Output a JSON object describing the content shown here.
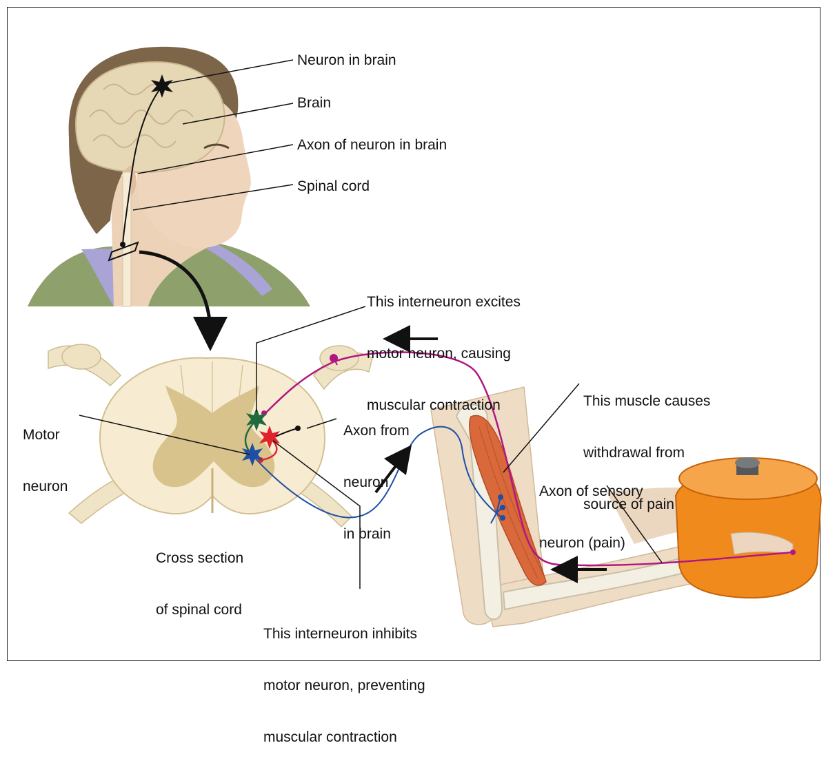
{
  "labels": {
    "neuron_in_brain": "Neuron in brain",
    "brain": "Brain",
    "axon_of_neuron_in_brain": "Axon of neuron in brain",
    "spinal_cord": "Spinal cord",
    "excitatory_interneuron": [
      "This interneuron excites",
      "motor neuron, causing",
      "muscular contraction"
    ],
    "muscle": [
      "This muscle causes",
      "withdrawal from",
      "source of pain"
    ],
    "motor_neuron": [
      "Motor",
      "neuron"
    ],
    "axon_from_brain": [
      "Axon from",
      "neuron",
      "in brain"
    ],
    "sensory_axon": [
      "Axon of sensory",
      "neuron (pain)"
    ],
    "cross_section": [
      "Cross section",
      "of spinal cord"
    ],
    "inhibitory_interneuron": [
      "This interneuron inhibits",
      "motor neuron, preventing",
      "muscular contraction"
    ]
  },
  "colors": {
    "sensory_neuron": "#b0177f",
    "excitatory_interneuron": "#1f6b3e",
    "inhibitory_interneuron": "#e0232b",
    "motor_neuron": "#1d4fa5",
    "brain_neuron": "#111111",
    "muscle": "#d9683a",
    "pot": "#f08a1c",
    "spinal_cord_tissue": "#f7ecd1",
    "grey_matter": "#d8c38d",
    "skin": "#f1dcc6",
    "shirt": "#8ea06c",
    "collar": "#a9a3d6",
    "hair": "#7d6549",
    "brain_tissue": "#e7d8b5"
  }
}
